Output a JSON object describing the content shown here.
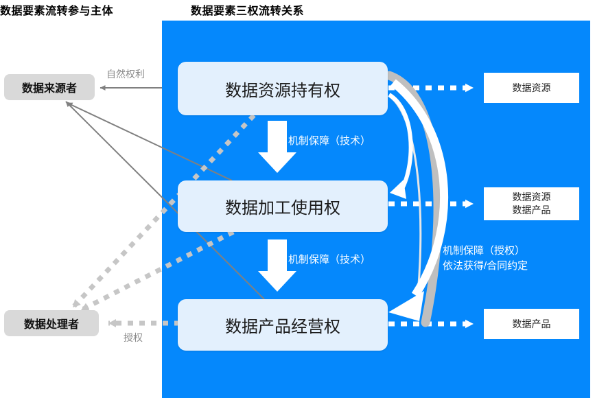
{
  "titles": {
    "left": "数据要素流转参与主体",
    "right": "数据要素三权流转关系"
  },
  "colors": {
    "panel_blue": "#0588fc",
    "rights_box_fill": "#e3f0fd",
    "party_fill": "#d9d9d9",
    "grey_line": "#808080",
    "dotted_grey": "#c6c6c6",
    "white": "#ffffff"
  },
  "parties": [
    {
      "id": "source",
      "label": "数据来源者"
    },
    {
      "id": "processor",
      "label": "数据处理者"
    }
  ],
  "rights": [
    {
      "id": "hold",
      "label": "数据资源持有权"
    },
    {
      "id": "use",
      "label": "数据加工使用权"
    },
    {
      "id": "operate",
      "label": "数据产品经营权"
    }
  ],
  "outputs": [
    {
      "id": "out-1",
      "line1": "数据资源",
      "line2": ""
    },
    {
      "id": "out-2",
      "line1": "数据资源",
      "line2": "数据产品"
    },
    {
      "id": "out-3",
      "line1": "数据产品",
      "line2": ""
    }
  ],
  "flow_labels": {
    "mechanism_tech_1": "机制保障（技术）",
    "mechanism_tech_2": "机制保障（技术）",
    "authorization_line1": "机制保障（授权）",
    "authorization_line2": "依法获得/合同约定",
    "natural_right": "自然权利",
    "grant": "授权"
  }
}
